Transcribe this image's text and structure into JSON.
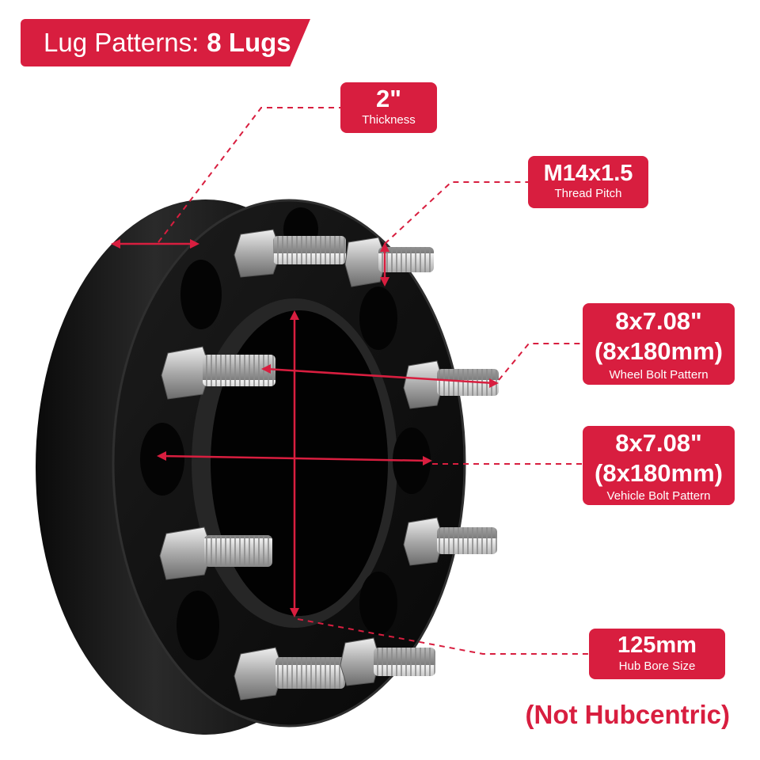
{
  "banner": {
    "prefix": "Lug Patterns:",
    "emphasis": "8 Lugs"
  },
  "specs": {
    "thickness": {
      "value": "2\"",
      "caption": "Thickness"
    },
    "thread": {
      "value": "M14x1.5",
      "caption": "Thread Pitch"
    },
    "wheel_pattern": {
      "line1": "8x7.08\"",
      "line2": "(8x180mm)",
      "caption": "Wheel Bolt Pattern"
    },
    "vehicle_pattern": {
      "line1": "8x7.08\"",
      "line2": "(8x180mm)",
      "caption": "Vehicle Bolt Pattern"
    },
    "hub_bore": {
      "value": "125mm",
      "caption": "Hub Bore Size"
    }
  },
  "note": "(Not Hubcentric)",
  "colors": {
    "accent": "#d81e3f",
    "spacer": "#111111",
    "stud": "#c9c9c9"
  }
}
